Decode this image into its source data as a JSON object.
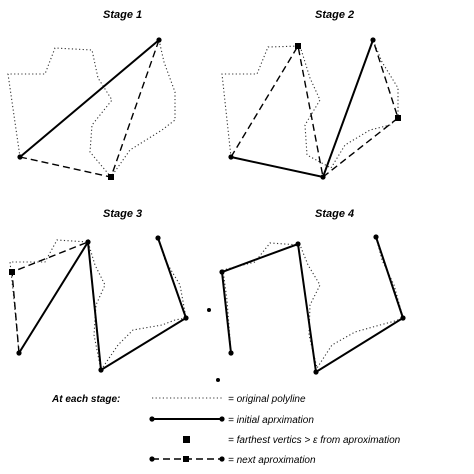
{
  "stages": [
    {
      "title": "Stage 1"
    },
    {
      "title": "Stage 2"
    },
    {
      "title": "Stage 3"
    },
    {
      "title": "Stage 4"
    }
  ],
  "legend": {
    "heading": "At each stage:",
    "items": [
      {
        "key": "original",
        "label": "= original polyline"
      },
      {
        "key": "initial",
        "label": "= initial aprximation"
      },
      {
        "key": "farthest",
        "label": "= farthest vertics >  ε  from aproximation"
      },
      {
        "key": "next",
        "label": "= next aproximation"
      }
    ]
  }
}
